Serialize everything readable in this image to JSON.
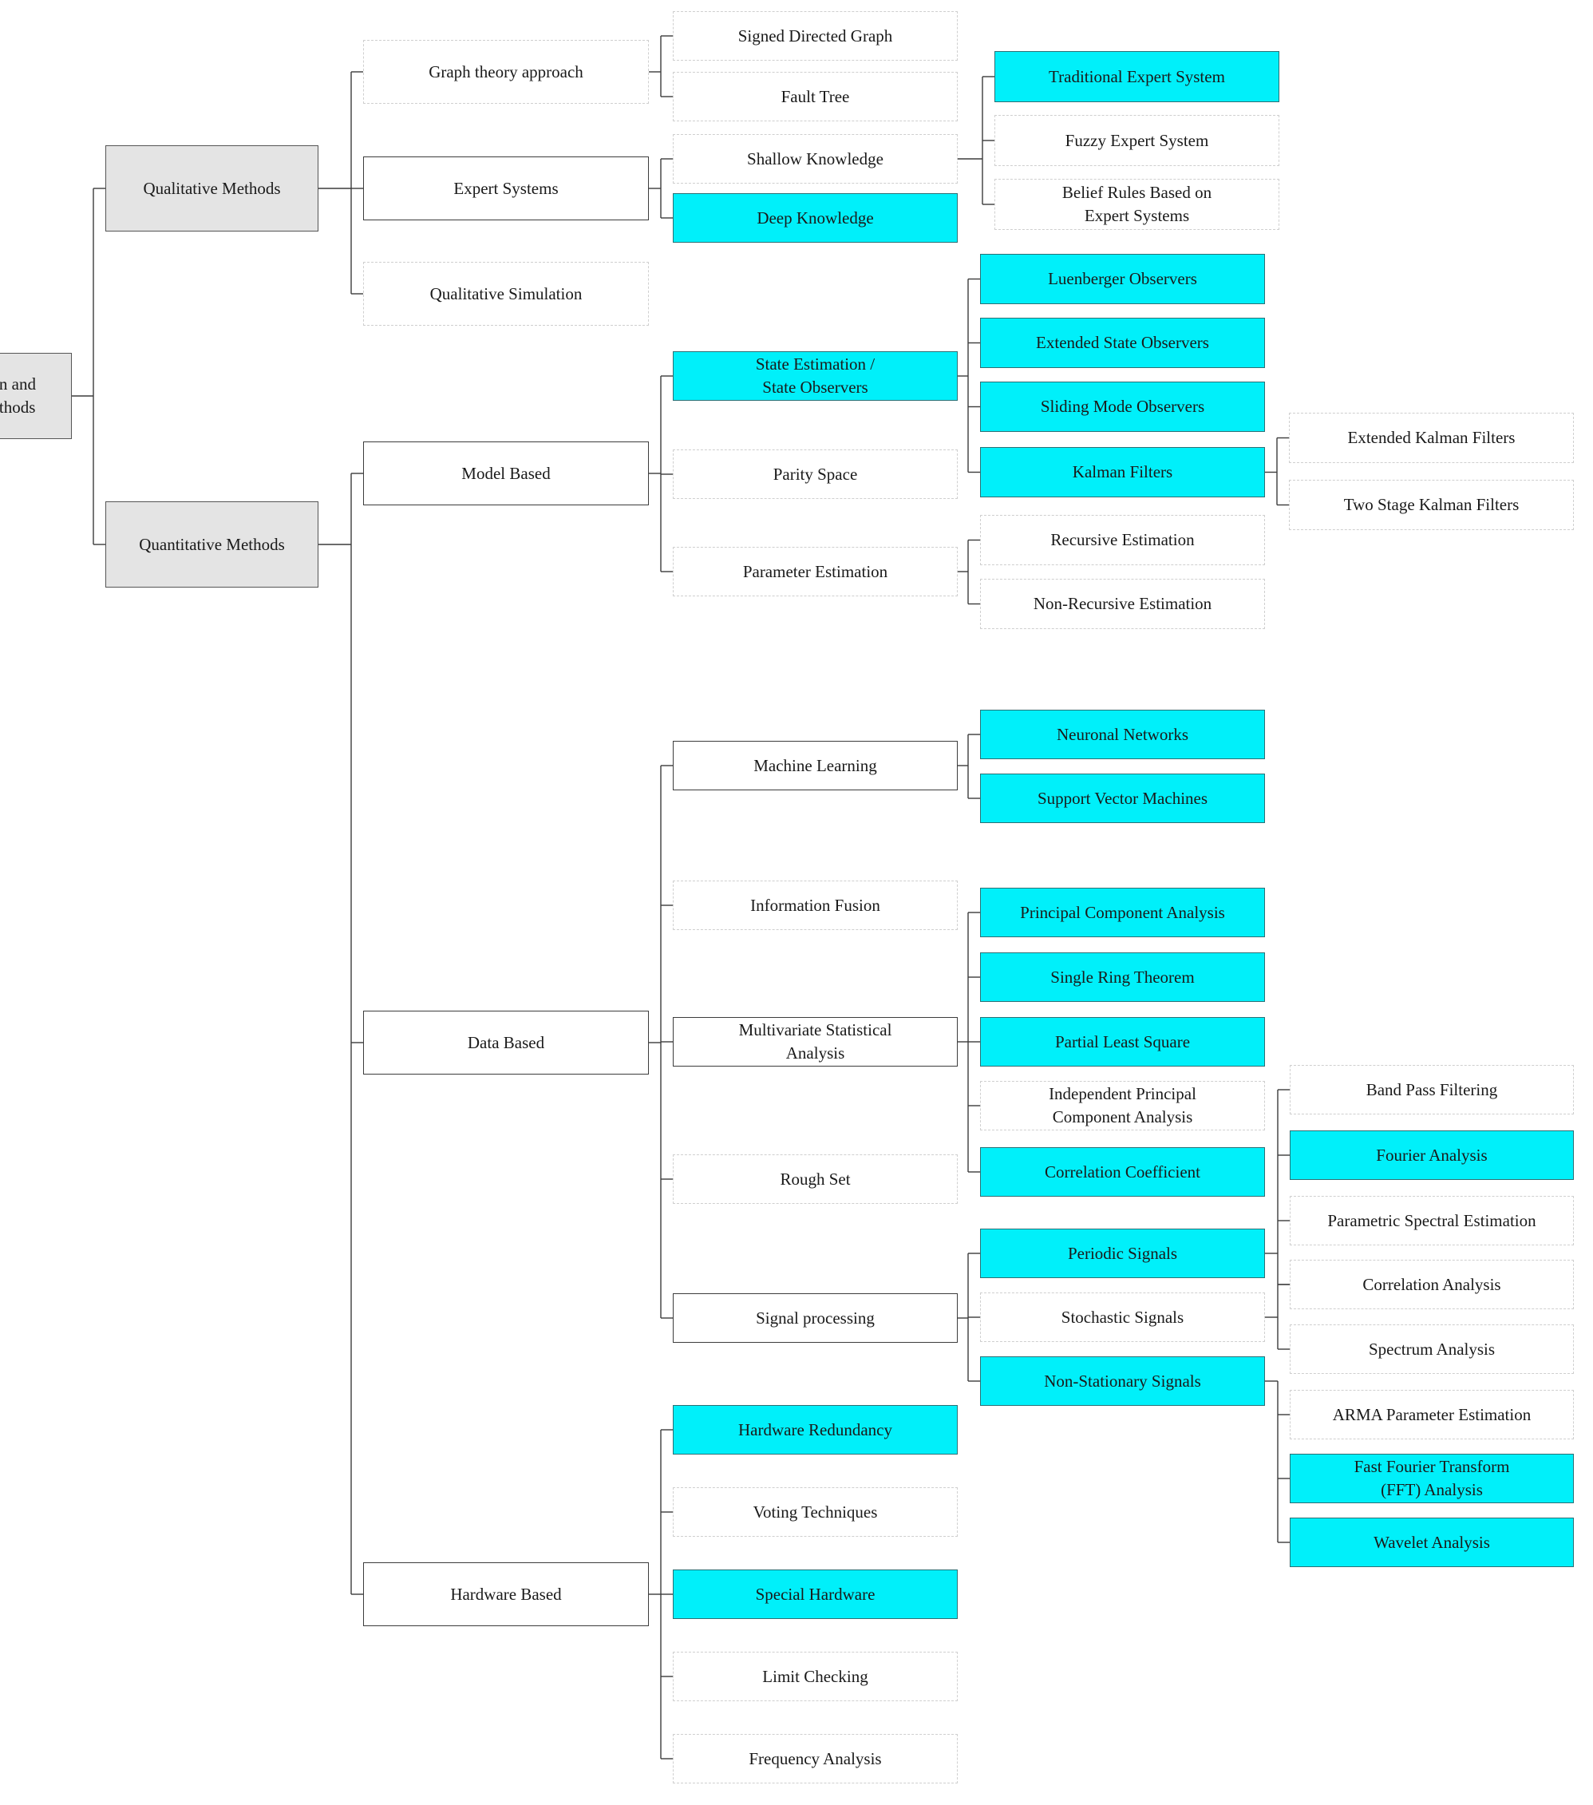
{
  "diagram": {
    "colors": {
      "highlight": "#00f0fa",
      "category": "#e4e4e4",
      "connector": "#3c3c3c",
      "dashed_border": "#cfcfcf"
    },
    "nodes": {
      "root": "n and\nthods",
      "qualitative": "Qualitative Methods",
      "quantitative": "Quantitative Methods",
      "graph_theory": "Graph theory approach",
      "expert_systems": "Expert Systems",
      "qual_sim": "Qualitative Simulation",
      "sdg": "Signed Directed Graph",
      "fault_tree": "Fault Tree",
      "shallow": "Shallow Knowledge",
      "deep": "Deep Knowledge",
      "trad_es": "Traditional Expert System",
      "fuzzy_es": "Fuzzy Expert System",
      "belief_es": "Belief Rules Based on\nExpert Systems",
      "model_based": "Model Based",
      "data_based": "Data Based",
      "hardware_based": "Hardware Based",
      "state_est": "State Estimation /\nState Observers",
      "parity": "Parity Space",
      "param_est": "Parameter Estimation",
      "luenberger": "Luenberger Observers",
      "ext_state": "Extended State Observers",
      "sliding": "Sliding Mode Observers",
      "kalman": "Kalman Filters",
      "ext_kalman": "Extended Kalman Filters",
      "two_stage": "Two Stage Kalman Filters",
      "recursive": "Recursive Estimation",
      "nonrecursive": "Non-Recursive Estimation",
      "ml": "Machine Learning",
      "info_fusion": "Information Fusion",
      "mva": "Multivariate Statistical\nAnalysis",
      "rough_set": "Rough Set",
      "signal_proc": "Signal processing",
      "neuronal": "Neuronal Networks",
      "svm": "Support Vector Machines",
      "pca": "Principal Component Analysis",
      "srt": "Single Ring Theorem",
      "pls": "Partial Least Square",
      "ipca": "Independent Principal\nComponent Analysis",
      "corr_coef": "Correlation Coefficient",
      "periodic": "Periodic Signals",
      "stochastic": "Stochastic Signals",
      "nonstationary": "Non-Stationary Signals",
      "bandpass": "Band Pass Filtering",
      "fourier": "Fourier Analysis",
      "parametric": "Parametric Spectral Estimation",
      "corr_analysis": "Correlation Analysis",
      "spectrum": "Spectrum Analysis",
      "arma": "ARMA Parameter Estimation",
      "fft": "Fast Fourier Transform\n(FFT) Analysis",
      "wavelet": "Wavelet Analysis",
      "hw_redundancy": "Hardware Redundancy",
      "voting": "Voting Techniques",
      "special_hw": "Special Hardware",
      "limit": "Limit Checking",
      "freq_analysis": "Frequency Analysis"
    }
  }
}
